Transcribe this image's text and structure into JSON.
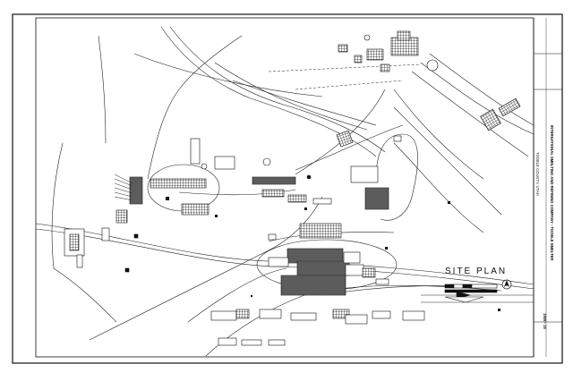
{
  "drawing": {
    "title": "SITE PLAN",
    "company": "INTERNATIONAL SMELTING AND REFINING COMPANY - TOOELE SMELTER",
    "years": "1909 - 19",
    "location": "TOOELE COUNTY, UTAH"
  },
  "colors": {
    "ink": "#111111",
    "paper": "#ffffff",
    "hatch": "#222222"
  }
}
